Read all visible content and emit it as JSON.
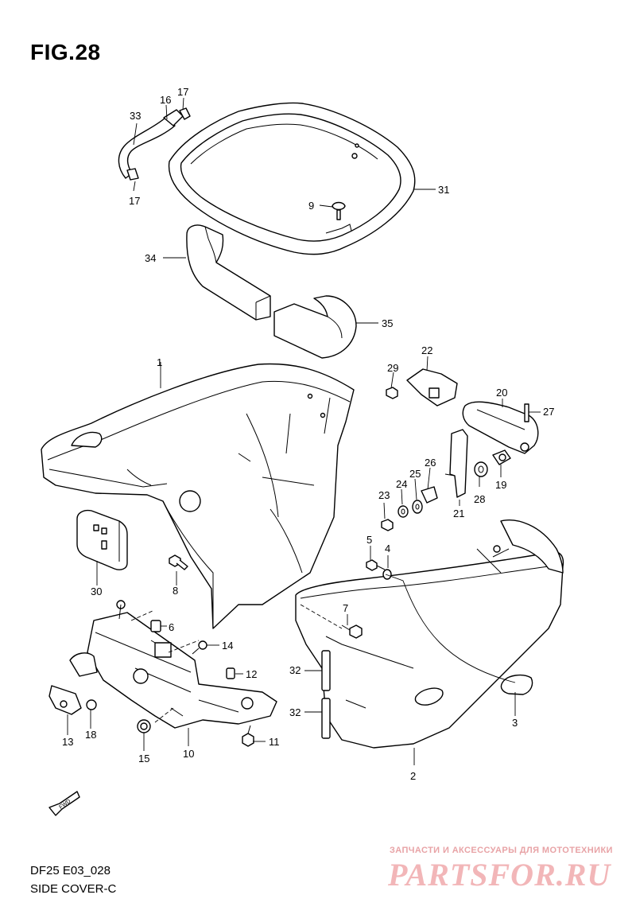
{
  "figure": {
    "title": "FIG.28",
    "code": "DF25 E03_028",
    "name": "SIDE COVER-C"
  },
  "watermark": {
    "line1": "ЗАПЧАСТИ И АКСЕССУАРЫ ДЛЯ МОТОТЕХНИКИ",
    "line2": "PARTSFOR.RU",
    "color": "#f2b6b8"
  },
  "direction_marker": {
    "label": "FWD",
    "icon": "fwd-arrow-icon"
  },
  "callouts": [
    "1",
    "2",
    "3",
    "4",
    "5",
    "6",
    "7",
    "8",
    "9",
    "10",
    "11",
    "12",
    "13",
    "14",
    "15",
    "16",
    "17",
    "17",
    "18",
    "19",
    "20",
    "21",
    "22",
    "23",
    "24",
    "25",
    "26",
    "27",
    "28",
    "29",
    "30",
    "31",
    "32",
    "32",
    "33",
    "34",
    "35"
  ]
}
